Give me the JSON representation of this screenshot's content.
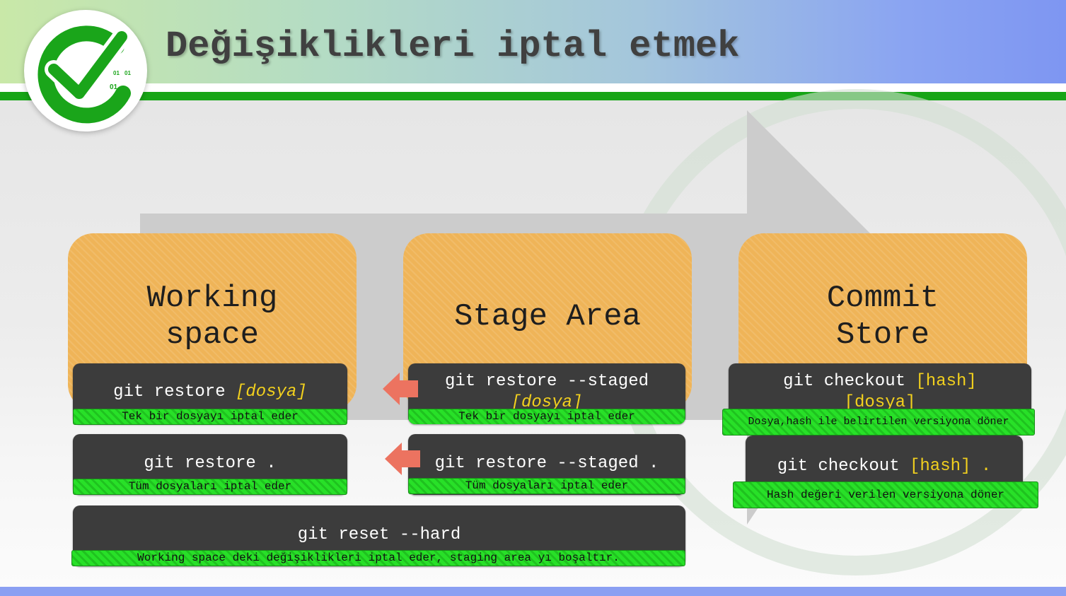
{
  "title": "Değişiklikleri iptal etmek",
  "logo": {
    "icon": "checkmark-binary-logo",
    "digits_1": "01",
    "digits_2": "01",
    "digits_3": "01"
  },
  "zones": {
    "working": {
      "label": "Working\nspace"
    },
    "stage": {
      "label": "Stage Area"
    },
    "commit": {
      "label": "Commit\nStore"
    }
  },
  "commands": {
    "restore_file": {
      "prefix": "git restore ",
      "param": "[dosya]",
      "desc": "Tek bir dosyayı iptal eder"
    },
    "restore_all": {
      "text": "git restore .",
      "desc": "Tüm dosyaları iptal eder"
    },
    "restore_staged_file": {
      "prefix": "git restore --staged",
      "param": "[dosya]",
      "desc": "Tek bir dosyayı iptal eder"
    },
    "restore_staged_all": {
      "text": "git restore --staged .",
      "desc": "Tüm dosyaları iptal eder"
    },
    "checkout_file": {
      "prefix": "git checkout ",
      "param": "[hash]",
      "param2": "[dosya]",
      "desc": "Dosya,hash ile belirtilen versiyona döner"
    },
    "checkout_all": {
      "prefix": "git checkout ",
      "param": "[hash] .",
      "desc": "Hash değeri verilen versiyona döner"
    },
    "reset_hard": {
      "text": "git reset --hard",
      "desc": "Working space deki değişiklikleri iptal eder, staging area yı boşaltır."
    }
  },
  "colors": {
    "zone_fill": "#efb458",
    "card_fill": "#3c3c3c",
    "desc_bar": "#28e028",
    "param_text": "#f2d01e",
    "arrow_red": "#ec7360",
    "header_green": "#17a516"
  }
}
